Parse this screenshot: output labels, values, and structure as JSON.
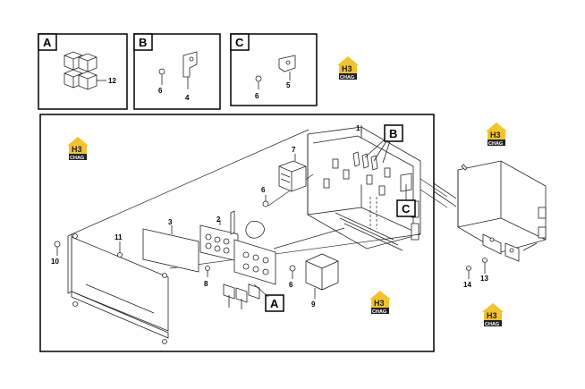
{
  "detail_panels": [
    {
      "letter": "A",
      "callouts": [
        "12"
      ]
    },
    {
      "letter": "B",
      "callouts": [
        "6",
        "4"
      ]
    },
    {
      "letter": "C",
      "callouts": [
        "6",
        "5"
      ]
    }
  ],
  "main_callouts": [
    "1",
    "2",
    "3",
    "6",
    "6",
    "7",
    "8",
    "9",
    "10",
    "11"
  ],
  "main_view_refs": [
    "B",
    "C",
    "A"
  ],
  "side_callouts": [
    "13",
    "14"
  ],
  "watermark": {
    "mark": "H3",
    "word": "CHAG",
    "accent_color": "#f2c230",
    "dark_color": "#222222"
  },
  "colors": {
    "line": "#222222",
    "frame": "#000000",
    "background": "#ffffff"
  }
}
